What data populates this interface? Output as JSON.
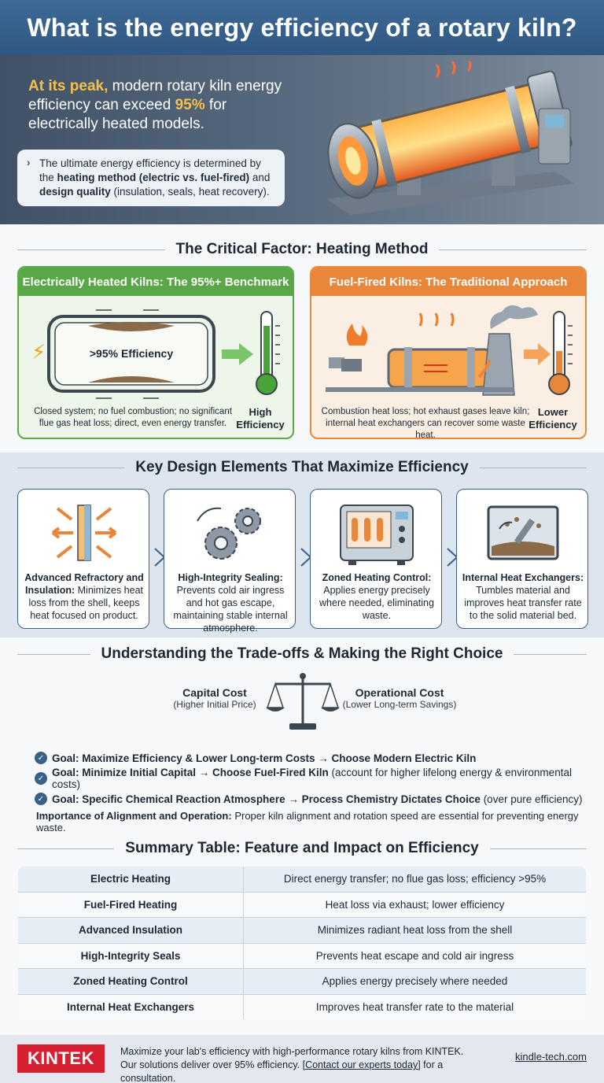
{
  "title": "What is the energy efficiency of a rotary kiln?",
  "hero": {
    "lead_highlight": "At its peak,",
    "lead_text": " modern rotary kiln energy efficiency can exceed ",
    "lead_value": "95%",
    "lead_tail": " for electrically heated models.",
    "note_intro": "The ultimate energy efficiency is determined by the ",
    "note_bold1": "heating method (electric vs. fuel-fired)",
    "note_mid": " and ",
    "note_bold2": "design quality",
    "note_tail": " (insulation, seals, heat recovery)."
  },
  "heating_method": {
    "heading": "The Critical Factor: Heating Method",
    "electric": {
      "title": "Electrically Heated Kilns: The 95%+ Benchmark",
      "diagram_label": ">95% Efficiency",
      "caption": "Closed system; no fuel combustion; no significant flue gas heat loss; direct, even energy transfer.",
      "result": "High Efficiency",
      "color": "#5aa748"
    },
    "fuel": {
      "title": "Fuel-Fired Kilns: The Traditional Approach",
      "caption": "Combustion heat loss; hot exhaust gases leave kiln; internal heat exchangers can recover some waste heat.",
      "result": "Lower Efficiency",
      "color": "#e9863a"
    }
  },
  "design": {
    "heading": "Key Design Elements That Maximize Efficiency",
    "items": [
      {
        "title": "Advanced Refractory and Insulation:",
        "text": " Minimizes heat loss from the shell, keeps heat focused on product.",
        "icon": "insulation-icon"
      },
      {
        "title": "High-Integrity Sealing:",
        "text": " Prevents cold air ingress and hot gas escape, maintaining stable internal atmosphere.",
        "icon": "gears-icon"
      },
      {
        "title": "Zoned Heating Control:",
        "text": " Applies energy precisely where needed, eliminating waste.",
        "icon": "control-panel-icon"
      },
      {
        "title": "Internal Heat Exchangers:",
        "text": " Tumbles material and improves heat transfer rate to the solid material bed.",
        "icon": "heat-exchanger-icon"
      }
    ]
  },
  "tradeoffs": {
    "heading": "Understanding the Trade-offs & Making the Right Choice",
    "capital": {
      "label": "Capital Cost",
      "sub": "(Higher Initial Price)"
    },
    "operational": {
      "label": "Operational Cost",
      "sub": "(Lower Long-term Savings)"
    },
    "goals": [
      {
        "bold": "Goal: Maximize Efficiency & Lower Long-term Costs → Choose Modern Electric Kiln",
        "rest": ""
      },
      {
        "bold": "Goal: Minimize Initial Capital → Choose Fuel-Fired Kiln",
        "rest": " (account for higher lifelong energy & environmental costs)"
      },
      {
        "bold": "Goal: Specific Chemical Reaction Atmosphere → Process Chemistry Dictates Choice",
        "rest": " (over pure efficiency)"
      }
    ],
    "alignment_bold": "Importance of Alignment and Operation:",
    "alignment_text": " Proper kiln alignment and rotation speed are essential for preventing energy waste."
  },
  "summary": {
    "heading": "Summary Table: Feature and Impact on Efficiency",
    "rows": [
      {
        "feature": "Electric Heating",
        "impact": "Direct energy transfer; no flue gas loss; efficiency >95%"
      },
      {
        "feature": "Fuel-Fired Heating",
        "impact": "Heat loss via exhaust; lower efficiency"
      },
      {
        "feature": "Advanced Insulation",
        "impact": "Minimizes radiant heat loss from the shell"
      },
      {
        "feature": "High-Integrity Seals",
        "impact": "Prevents heat escape and cold air ingress"
      },
      {
        "feature": "Zoned Heating Control",
        "impact": "Applies energy precisely where needed"
      },
      {
        "feature": "Internal Heat Exchangers",
        "impact": "Improves heat transfer rate to the material"
      }
    ]
  },
  "footer": {
    "logo": "KINTEK",
    "line1": "Maximize your lab's efficiency with high-performance rotary kilns from KINTEK.",
    "line2_pre": "Our solutions deliver over 95% efficiency. ",
    "line2_link": "[Contact our experts today]",
    "line2_post": " for a consultation.",
    "url": "kindle-tech.com"
  }
}
